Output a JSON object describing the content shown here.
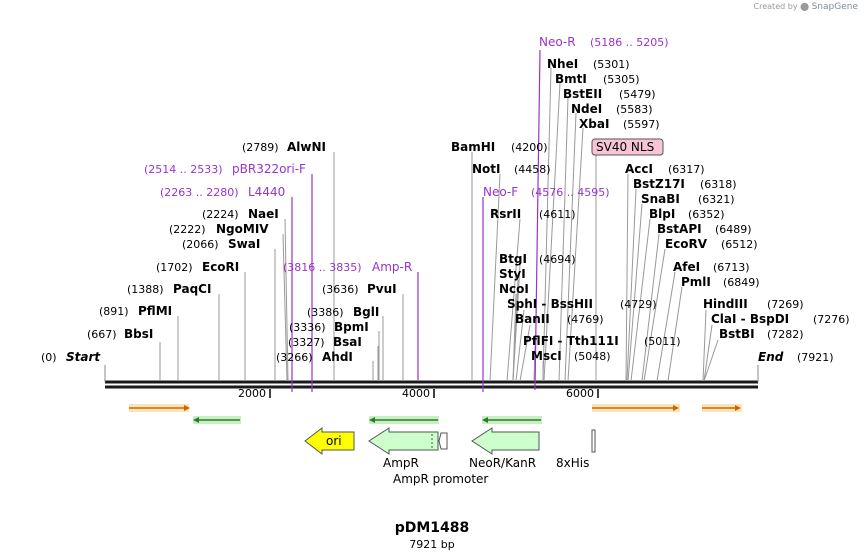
{
  "watermark": {
    "prefix": "Created by",
    "brand": "SnapGene"
  },
  "plasmid": {
    "name": "pDM1488",
    "length_label": "7921 bp",
    "length": 7921
  },
  "axis": {
    "ticks": [
      2000,
      4000,
      6000
    ]
  },
  "ends": [
    {
      "id": "start",
      "name": "Start",
      "pos_label": "(0)",
      "bp": 0
    },
    {
      "id": "end",
      "name": "End",
      "pos_label": "(7921)",
      "bp": 7921
    }
  ],
  "sites": [
    {
      "name": "BbsI",
      "pos": "(667)",
      "bp": 667
    },
    {
      "name": "PflMI",
      "pos": "(891)",
      "bp": 891
    },
    {
      "name": "PaqCI",
      "pos": "(1388)",
      "bp": 1388
    },
    {
      "name": "EcoRI",
      "pos": "(1702)",
      "bp": 1702
    },
    {
      "name": "SwaI",
      "pos": "(2066)",
      "bp": 2066
    },
    {
      "name": "NgoMIV",
      "pos": "(2222)",
      "bp": 2222
    },
    {
      "name": "NaeI",
      "pos": "(2224)",
      "bp": 2224
    },
    {
      "name": "AlwNI",
      "pos": "(2789)",
      "bp": 2789
    },
    {
      "name": "AhdI",
      "pos": "(3266)",
      "bp": 3266
    },
    {
      "name": "BsaI",
      "pos": "(3327)",
      "bp": 3327
    },
    {
      "name": "BpmI",
      "pos": "(3336)",
      "bp": 3336
    },
    {
      "name": "BglI",
      "pos": "(3386)",
      "bp": 3386
    },
    {
      "name": "PvuI",
      "pos": "(3636)",
      "bp": 3636
    },
    {
      "name": "BamHI",
      "pos": "(4200)",
      "bp": 4200
    },
    {
      "name": "NotI",
      "pos": "(4458)",
      "bp": 4458
    },
    {
      "name": "RsrII",
      "pos": "(4611)",
      "bp": 4611
    },
    {
      "name": "BtgI",
      "pos": "(4694)",
      "bp": 4694
    },
    {
      "name": "StyI",
      "pos": "",
      "bp": 4694
    },
    {
      "name": "NcoI",
      "pos": "",
      "bp": 4694
    },
    {
      "name": "SphI - BssHII",
      "pos": "(4729)",
      "bp": 4729
    },
    {
      "name": "BanII",
      "pos": "(4769)",
      "bp": 4769
    },
    {
      "name": "PflFI - Tth111I",
      "pos": "(5011)",
      "bp": 5011
    },
    {
      "name": "MscI",
      "pos": "(5048)",
      "bp": 5048
    },
    {
      "name": "NheI",
      "pos": "(5301)",
      "bp": 5301
    },
    {
      "name": "BmtI",
      "pos": "(5305)",
      "bp": 5305
    },
    {
      "name": "BstEII",
      "pos": "(5479)",
      "bp": 5479
    },
    {
      "name": "NdeI",
      "pos": "(5583)",
      "bp": 5583
    },
    {
      "name": "XbaI",
      "pos": "(5597)",
      "bp": 5597
    },
    {
      "name": "AccI",
      "pos": "(6317)",
      "bp": 6317
    },
    {
      "name": "BstZ17I",
      "pos": "(6318)",
      "bp": 6318
    },
    {
      "name": "SnaBI",
      "pos": "(6321)",
      "bp": 6321
    },
    {
      "name": "BlpI",
      "pos": "(6352)",
      "bp": 6352
    },
    {
      "name": "BstAPI",
      "pos": "(6489)",
      "bp": 6489
    },
    {
      "name": "EcoRV",
      "pos": "(6512)",
      "bp": 6512
    },
    {
      "name": "AfeI",
      "pos": "(6713)",
      "bp": 6713
    },
    {
      "name": "PmlI",
      "pos": "(6849)",
      "bp": 6849
    },
    {
      "name": "HindIII",
      "pos": "(7269)",
      "bp": 7269
    },
    {
      "name": "ClaI - BspDI",
      "pos": "(7276)",
      "bp": 7276
    },
    {
      "name": "BstBI",
      "pos": "(7282)",
      "bp": 7282
    }
  ],
  "primers": [
    {
      "name": "Neo-R",
      "range": "(5186 .. 5205)"
    },
    {
      "name": "pBR322ori-F",
      "range": "(2514 .. 2533)"
    },
    {
      "name": "L4440",
      "range": "(2263 .. 2280)"
    },
    {
      "name": "Amp-R",
      "range": "(3816 .. 3835)"
    },
    {
      "name": "Neo-F",
      "range": "(4576 .. 4595)"
    }
  ],
  "features": [
    {
      "name": "ori",
      "color": "#ffff00",
      "direction": "left"
    },
    {
      "name": "AmpR",
      "color": "#ccffcc",
      "direction": "left"
    },
    {
      "name": "AmpR promoter",
      "color": "#ffffff",
      "direction": "left"
    },
    {
      "name": "NeoR/KanR",
      "color": "#ccffcc",
      "direction": "left"
    },
    {
      "name": "8xHis",
      "color": "#ffffff",
      "direction": "right"
    },
    {
      "name": "SV40 NLS",
      "color": "#f7c5d6",
      "direction": "right"
    }
  ],
  "colors": {
    "primer": "#9933cc",
    "backbone": "#1a1a1a",
    "orange_orf": "#f5a623",
    "green_orf": "#5cb85c",
    "ori_fill": "#ffff00",
    "resistance_fill": "#ccffcc",
    "nls_fill": "#f7c5d6"
  }
}
